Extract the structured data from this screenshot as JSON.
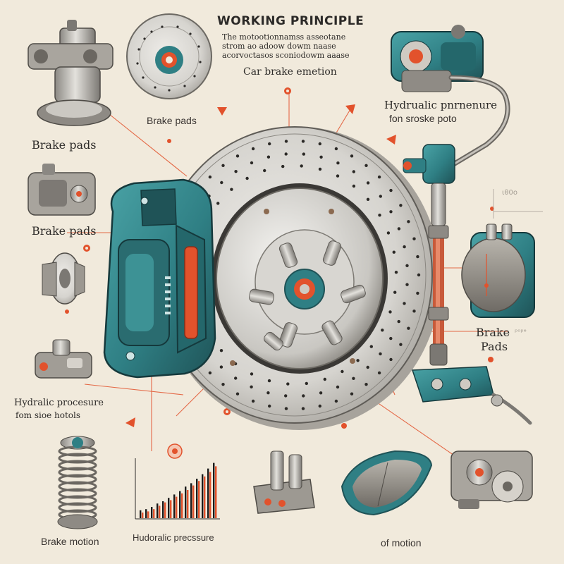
{
  "header": {
    "title": "WORKING PRINCIPLE",
    "intro_lines": [
      "The motootionnamss asseotane",
      "strom ao adoow dowm naase",
      "acorvoctasos sconiodowm aaase"
    ],
    "subtitle": "Car brake emetion"
  },
  "labels": {
    "brake_pads_top": "Brake pads",
    "brake_pads_left_1": "Brake pads",
    "brake_pads_left_2": "Brake pads",
    "hydraulic_top_1": "Hydrualic pnrnenure",
    "hydraulic_top_2": "fon sroske poto",
    "hydraulic_left_1": "Hydralic procesure",
    "hydraulic_left_2": "fom sioe hotols",
    "brake_pads_right_1": "Brake",
    "brake_pads_right_2": "Pads",
    "brake_motion": "Brake motion",
    "hydraulic_bottom": "Hudoralic precssure",
    "of_motion": "of motion",
    "faint_top_right": "ιθ0ο",
    "faint_caption_right": "ᵖᵒᵖᵉ"
  },
  "colors": {
    "background": "#f1eadc",
    "teal": "#2f7f84",
    "teal_dark": "#1f5357",
    "accent": "#e2522c",
    "disc": "#d9d7d2",
    "metal": "#b9b6b0",
    "ink": "#2c2a28"
  },
  "icons": [
    "caliper-icon",
    "brake-disc-icon",
    "brake-line-icon",
    "spring-icon",
    "brake-pad-icon",
    "piston-icon",
    "arrow-icon"
  ],
  "chart_data": {
    "type": "bar",
    "categories": [],
    "series": [
      {
        "values": [
          0.14,
          0.16,
          0.2,
          0.26,
          0.3,
          0.36,
          0.42,
          0.48,
          0.56,
          0.62,
          0.7,
          0.78,
          0.88,
          0.98
        ]
      },
      {
        "values": [
          0.1,
          0.12,
          0.16,
          0.22,
          0.28,
          0.32,
          0.38,
          0.44,
          0.5,
          0.58,
          0.66,
          0.74,
          0.82,
          0.92
        ]
      }
    ],
    "title": "",
    "xlabel": "",
    "ylabel": "",
    "ylim": [
      0,
      1
    ],
    "grid": false,
    "colors": [
      "#1b1b1b",
      "#e2522c"
    ]
  }
}
